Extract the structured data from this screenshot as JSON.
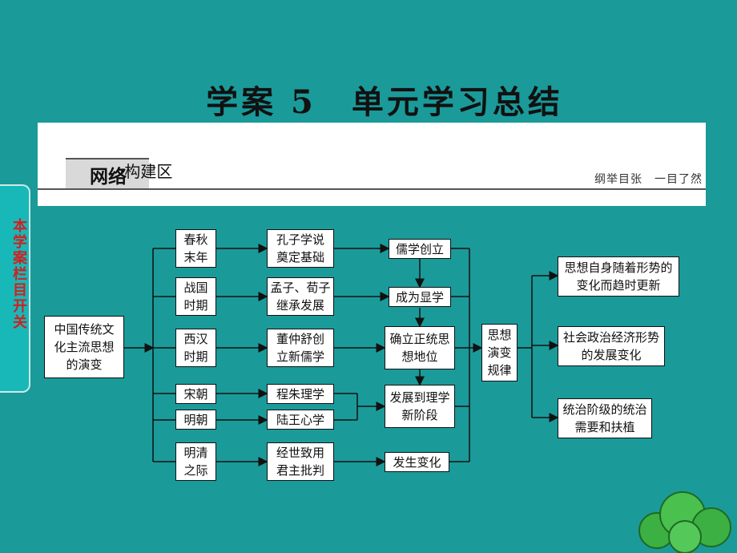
{
  "title": "学案 5　单元学习总结",
  "header_band": {
    "section_label": "网络",
    "section_sub": "·构建区",
    "motto": "纲举目张　一目了然"
  },
  "side_tab": {
    "label": "本学案栏目开关"
  },
  "diagram": {
    "root": "中国传统文化主流思想的演变",
    "periods": [
      "春秋末年",
      "战国时期",
      "西汉时期",
      "宋朝",
      "明朝",
      "明清之际"
    ],
    "events": [
      "孔子学说奠定基础",
      "孟子、荀子继承发展",
      "董仲舒创立新儒学",
      "程朱理学",
      "陆王心学",
      "经世致用君主批判"
    ],
    "stages": [
      "儒学创立",
      "成为显学",
      "确立正统思想地位",
      "发展到理学新阶段",
      "发生变化"
    ],
    "law": "思想演变规律",
    "conclusions": [
      "思想自身随着形势的变化而趋时更新",
      "社会政治经济形势的发展变化",
      "统治阶级的统治需要和扶植"
    ]
  },
  "colors": {
    "background": "#1b9a9a",
    "side_tab_text": "#d02020",
    "box_border": "#111111"
  }
}
